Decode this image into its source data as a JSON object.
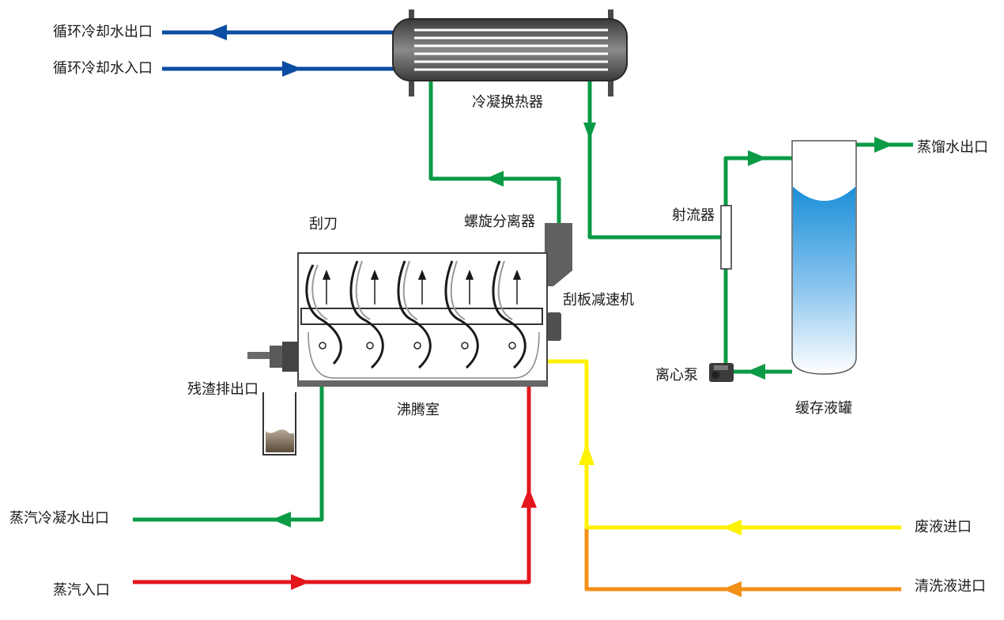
{
  "labels": {
    "circ_water_out": "循环冷却水出口",
    "circ_water_in": "循环冷却水入口",
    "condenser": "冷凝换热器",
    "distilled_out": "蒸馏水出口",
    "ejector": "射流器",
    "scraper": "刮刀",
    "spiral_separator": "螺旋分离器",
    "scraper_reducer": "刮板减速机",
    "residue_outlet": "残渣排出口",
    "boiling_chamber": "沸腾室",
    "centrifugal_pump": "离心泵",
    "buffer_tank": "缓存液罐",
    "steam_condensate_out": "蒸汽冷凝水出口",
    "steam_in": "蒸汽入口",
    "waste_liquid_in": "废液进口",
    "cleaning_liquid_in": "清洗液进口"
  },
  "colors": {
    "blue": "#0b4da2",
    "green": "#0b9a45",
    "red": "#e3161d",
    "yellow": "#fff200",
    "orange": "#f39017",
    "equipment_gray": "#5a5a5a",
    "liquid_blue": "#1a8fd8"
  }
}
